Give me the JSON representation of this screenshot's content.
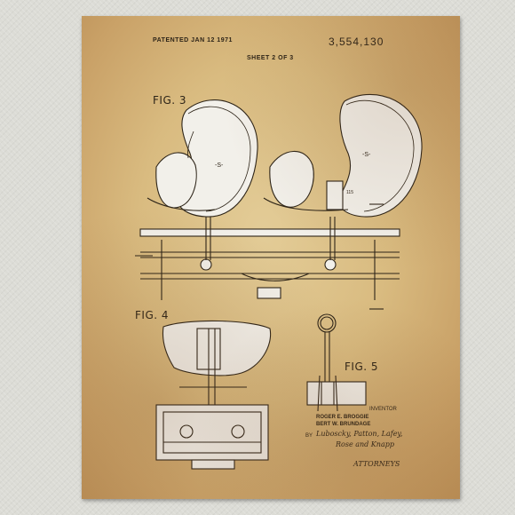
{
  "header": {
    "patented": "PATENTED JAN 12 1971",
    "sheet": "SHEET 2 OF 3",
    "patent_number": "3,554,130"
  },
  "figures": {
    "fig3": "FIG. 3",
    "fig4": "FIG. 4",
    "fig5": "FIG. 5"
  },
  "inventor": {
    "label": "INVENTOR",
    "names_line1": "ROGER E. BROGGIE",
    "names_line2": "BERT W. BRUNDAGE",
    "by": "BY",
    "firm_line1": "Luboscky, Patton, Lafey,",
    "firm_line2": "Rose and Knapp",
    "attorneys": "ATTORNEYS"
  },
  "colors": {
    "paper": "#d9bb80",
    "ink": "#2d2418",
    "seat_fill": "#f2f0ea",
    "background": "#dcdcd6"
  }
}
